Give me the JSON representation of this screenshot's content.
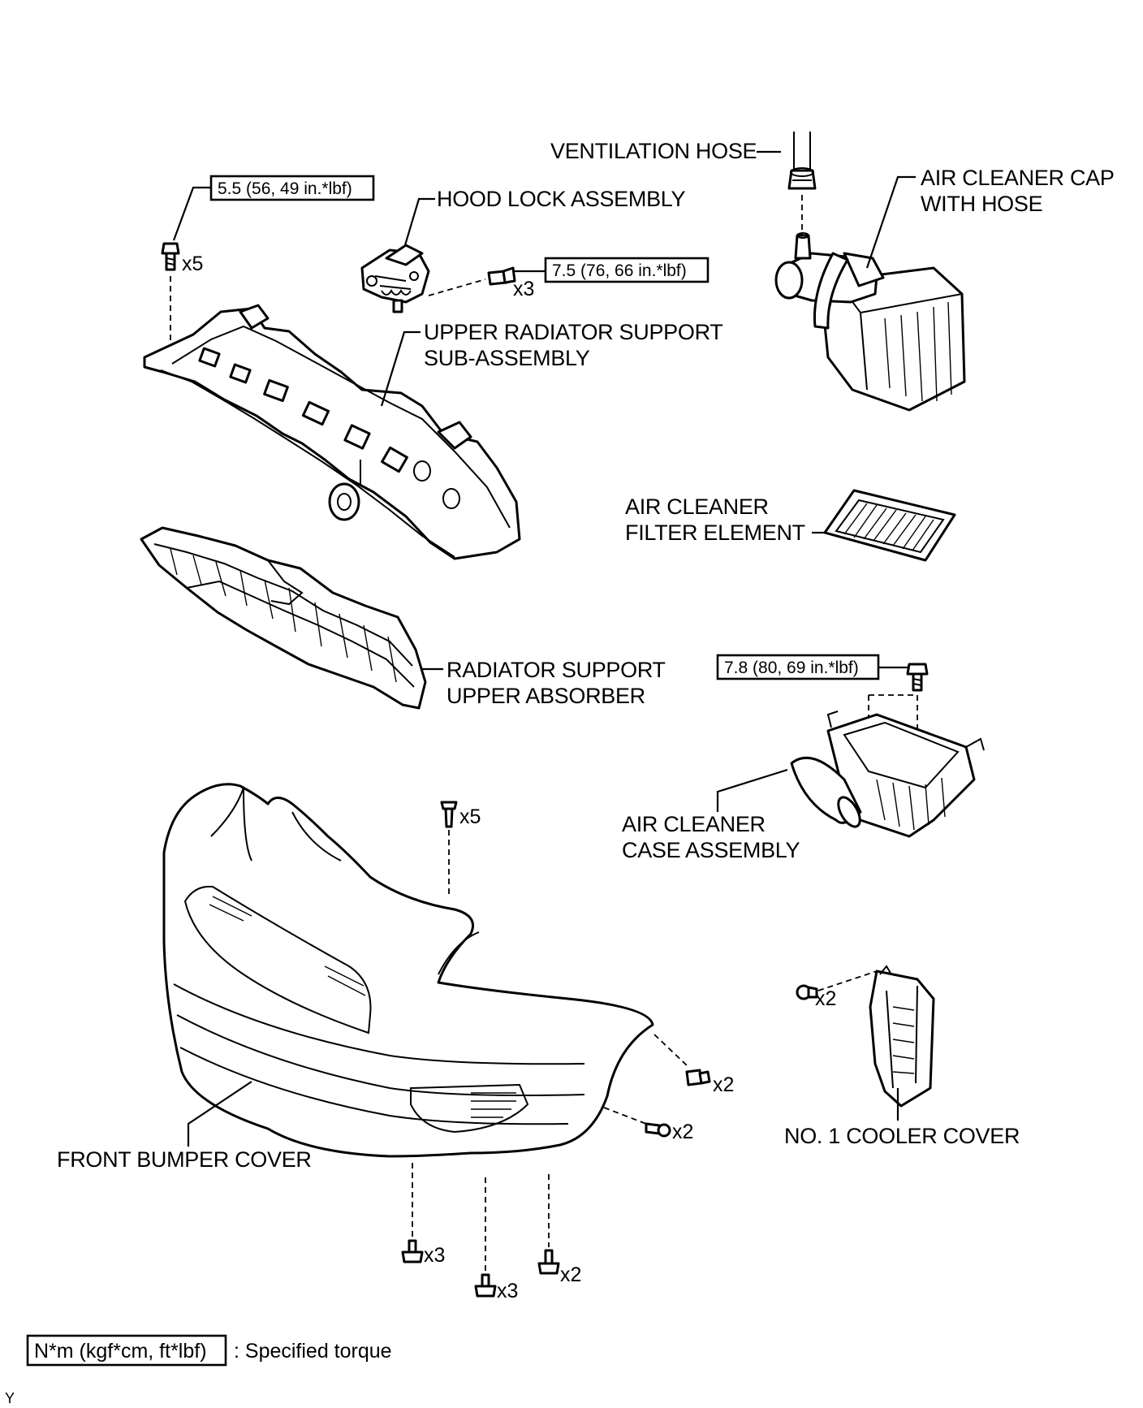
{
  "labels": {
    "ventilation_hose": "VENTILATION HOSE",
    "air_cleaner_cap_line1": "AIR CLEANER CAP",
    "air_cleaner_cap_line2": "WITH HOSE",
    "hood_lock_assembly": "HOOD LOCK ASSEMBLY",
    "upper_radiator_support_line1": "UPPER RADIATOR SUPPORT",
    "upper_radiator_support_line2": "SUB-ASSEMBLY",
    "air_cleaner_filter_line1": "AIR CLEANER",
    "air_cleaner_filter_line2": "FILTER ELEMENT",
    "radiator_support_absorber_line1": "RADIATOR SUPPORT",
    "radiator_support_absorber_line2": "UPPER ABSORBER",
    "air_cleaner_case_line1": "AIR CLEANER",
    "air_cleaner_case_line2": "CASE ASSEMBLY",
    "front_bumper_cover": "FRONT BUMPER COVER",
    "no1_cooler_cover": "NO. 1 COOLER COVER"
  },
  "torques": {
    "upper_support_bolts": "5.5 (56, 49 in.*lbf)",
    "hood_lock_bolts": "7.5 (76, 66 in.*lbf)",
    "air_cleaner_case_bolt": "7.8 (80, 69 in.*lbf)"
  },
  "quantities": {
    "upper_support_bolts": "x5",
    "hood_lock_bolts": "x3",
    "bumper_top_clips": "x5",
    "bumper_side_screws": "x2",
    "bumper_side_bolts": "x2",
    "bumper_bottom_left": "x3",
    "bumper_bottom_center": "x3",
    "bumper_bottom_right": "x2",
    "cooler_cover_clips": "x2"
  },
  "legend": {
    "unit_box": "N*m (kgf*cm, ft*lbf)",
    "description": ": Specified torque"
  },
  "corner_mark": "Y"
}
